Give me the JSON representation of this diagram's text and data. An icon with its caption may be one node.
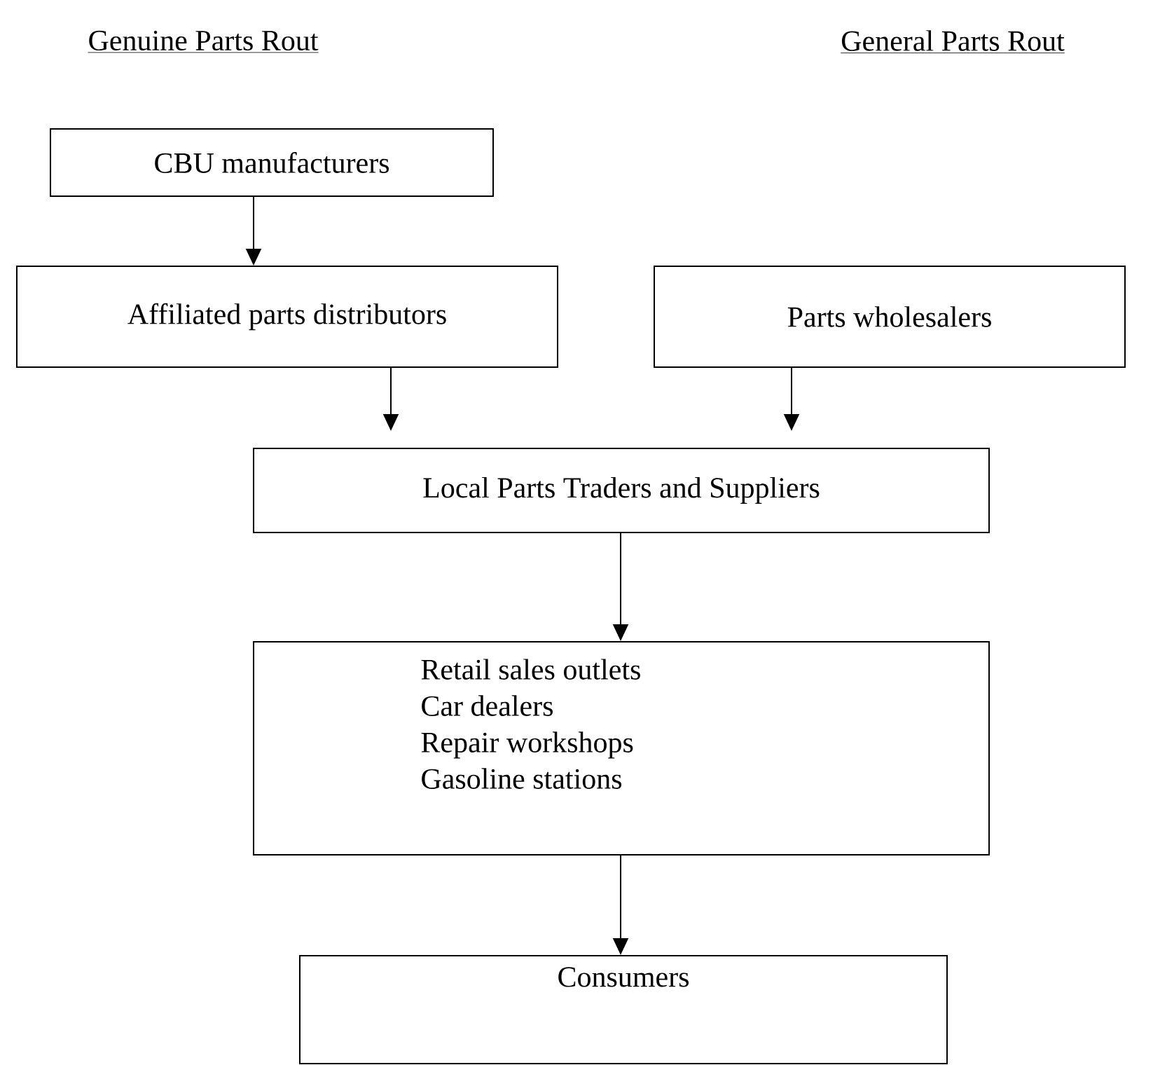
{
  "diagram": {
    "nodes": [
      {
        "text": [
          "CBU manufacturers"
        ]
      },
      {
        "text": [
          "Affiliated parts distributors"
        ]
      },
      {
        "text": [
          "Parts wholesalers"
        ]
      },
      {
        "text": [
          "Local Parts Traders and Suppliers"
        ]
      },
      {
        "text": [
          "Retail sales outlets",
          "Car dealers",
          "Repair workshops",
          "Gasoline stations"
        ]
      },
      {
        "text": [
          "Consumers"
        ]
      }
    ],
    "edges": [
      {
        "from": 0,
        "to": 1,
        "arrow": "to"
      },
      {
        "from": 1,
        "to": 3,
        "arrow": "to"
      },
      {
        "from": 2,
        "to": 3,
        "arrow": "to"
      },
      {
        "from": 3,
        "to": 4,
        "arrow": "to"
      },
      {
        "from": 4,
        "to": 5,
        "arrow": "to"
      }
    ],
    "labels": [
      "Genuine Parts Rout",
      "General Parts Rout"
    ]
  }
}
